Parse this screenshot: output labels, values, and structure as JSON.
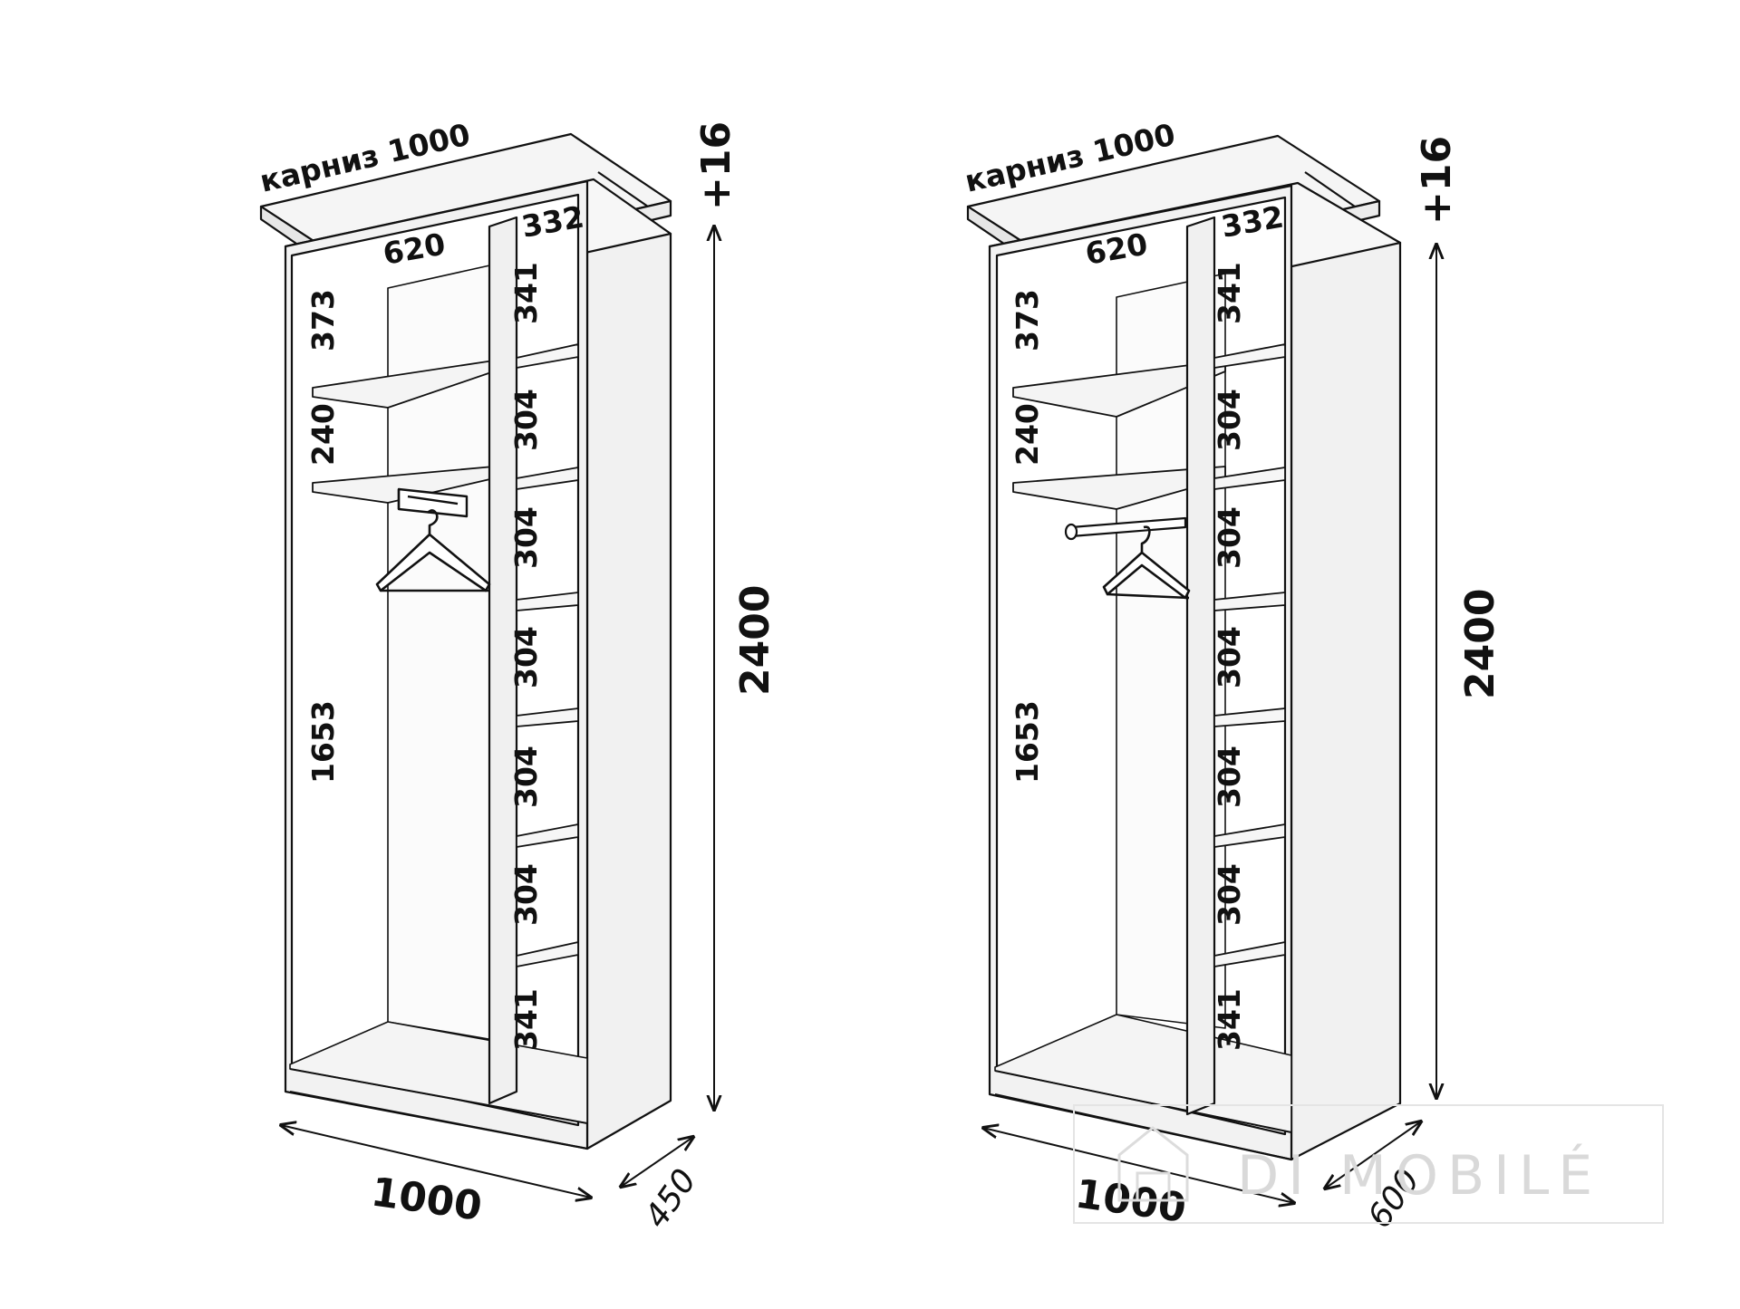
{
  "colors": {
    "ink": "#111111",
    "panel": "#f2f2f2",
    "interior": "#ffffff",
    "watermark": "#d9d9d9"
  },
  "wardrobes": [
    {
      "id": "left",
      "cornice_label": "карниз 1000",
      "top_offset": "+16",
      "height": "2400",
      "width": "1000",
      "depth": "450",
      "left_section_width": "620",
      "right_section_width": "332",
      "left_heights": [
        "373",
        "240",
        "1653"
      ],
      "shelf_heights": [
        "341",
        "304",
        "304",
        "304",
        "304",
        "304",
        "341"
      ],
      "hanger_type": "pull-out-rail"
    },
    {
      "id": "right",
      "cornice_label": "карниз 1000",
      "top_offset": "+16",
      "height": "2400",
      "width": "1000",
      "depth": "600",
      "left_section_width": "620",
      "right_section_width": "332",
      "left_heights": [
        "373",
        "240",
        "1653"
      ],
      "shelf_heights": [
        "341",
        "304",
        "304",
        "304",
        "304",
        "304",
        "341"
      ],
      "hanger_type": "rod"
    }
  ],
  "watermark": {
    "text": "DI MOBILÉ",
    "icon": "house-logo-icon"
  }
}
